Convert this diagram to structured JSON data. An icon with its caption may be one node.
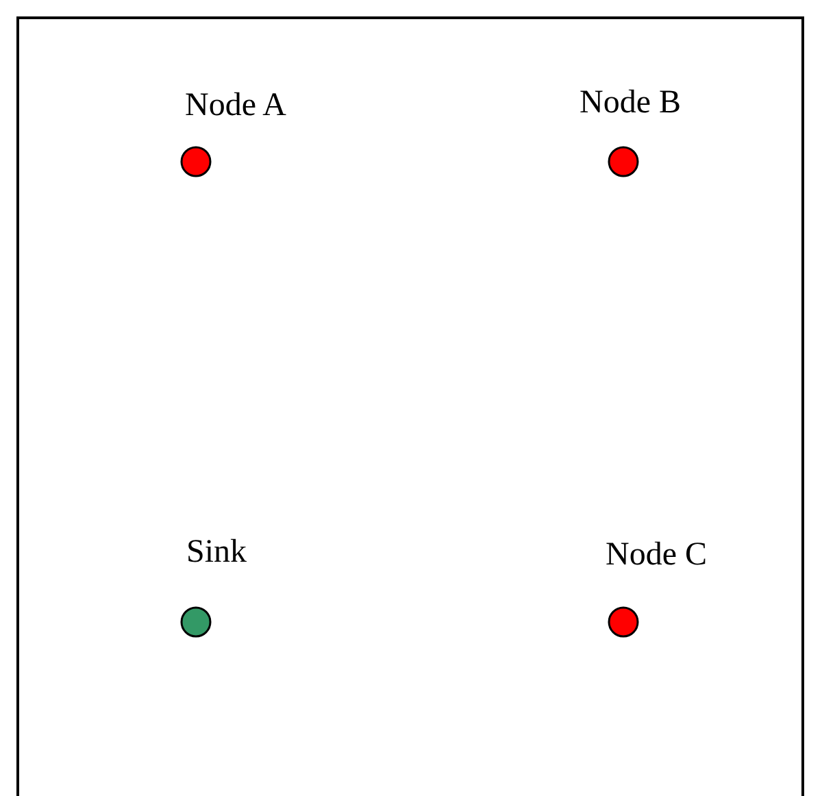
{
  "diagram": {
    "nodes": [
      {
        "text": [
          "Node A"
        ]
      },
      {
        "text": [
          "Node B"
        ]
      },
      {
        "text": [
          "Sink"
        ]
      },
      {
        "text": [
          "Node C"
        ]
      }
    ]
  }
}
